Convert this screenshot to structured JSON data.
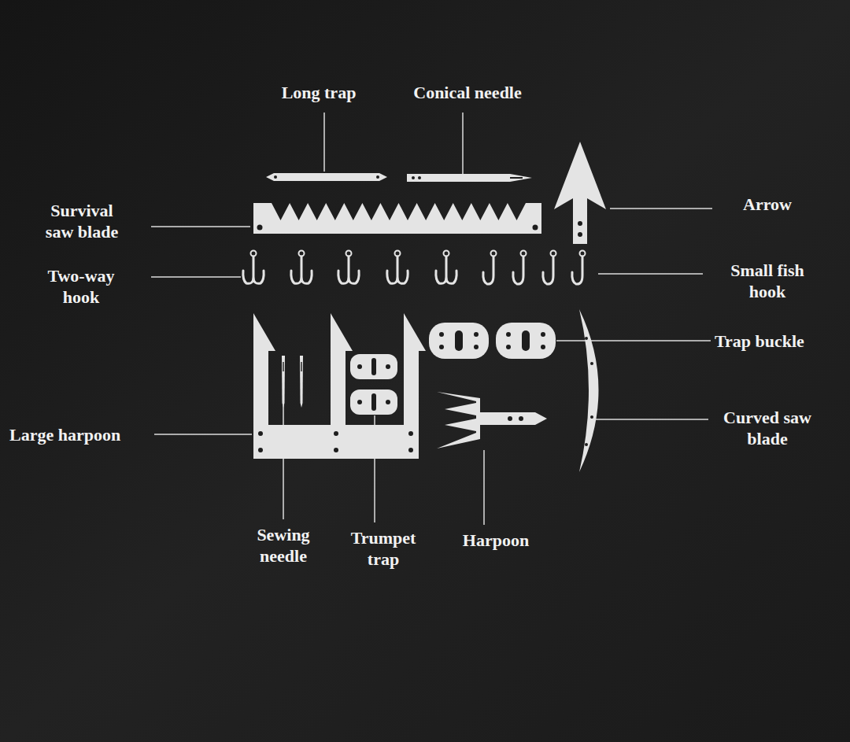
{
  "diagram": {
    "labels": [
      "Long trap",
      "Conical needle",
      "Arrow",
      "Survival saw blade",
      "Two-way hook",
      "Small fish hook",
      "Trap buckle",
      "Large harpoon",
      "Curved saw blade",
      "Sewing needle",
      "Trumpet trap",
      "Harpoon"
    ]
  }
}
